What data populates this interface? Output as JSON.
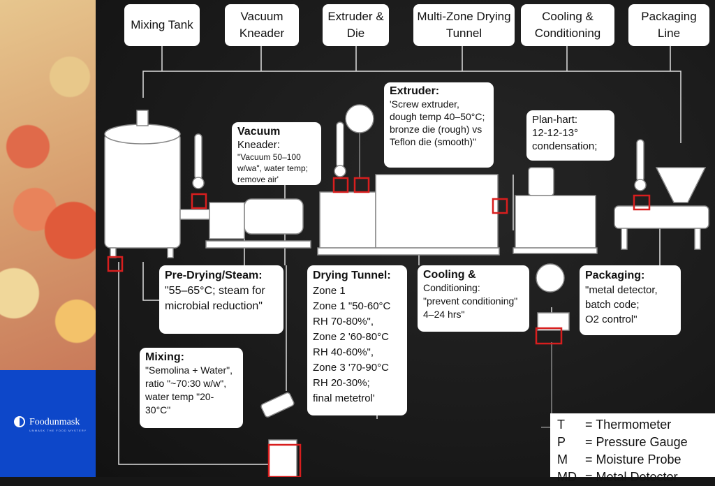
{
  "brand": {
    "name": "Foodunmask",
    "tagline": "UNMASK THE FOOD MYSTERY",
    "color": "#0d47c9"
  },
  "stages": [
    {
      "label": "Mixing Tank"
    },
    {
      "label": "Vacuum Kneader"
    },
    {
      "label": "Extruder & Die"
    },
    {
      "label": "Multi-Zone Drying Tunnel"
    },
    {
      "label": "Cooling & Conditioning"
    },
    {
      "label": "Packaging Line"
    }
  ],
  "callouts": {
    "vacuum": {
      "title": "Vacuum",
      "sub": "Kneader:",
      "text": "\"Vacuum 50–100 w/wa\", water temp; remove air'"
    },
    "extruder": {
      "title": "Extruder:",
      "text": "'Screw extruder, dough temp 40–50°C; bronze die (rough) vs Teflon die (smooth)\""
    },
    "planhart": {
      "title": "Plan-hart:",
      "text": "12-12-13°\ncondensation;"
    },
    "predrying": {
      "title": "Pre-Drying/Steam:",
      "text": "\"55–65°C; steam for microbial reduction\""
    },
    "drying": {
      "title": "Drying Tunnel:",
      "text": "Zone 1\nZone 1 \"50-60°C RH 70-80%\",\nZone 2 '60-80°C RH 40-60%\",\nZone 3 '70-90°C RH 20-30%;\nfinal metetrol'"
    },
    "cooling": {
      "title": "Cooling &",
      "text": "Conditioning:\n\"prevent conditioning\"\n4–24 hrs\""
    },
    "packaging": {
      "title": "Packaging:",
      "text": "\"metal detector, batch code;\nO2 control\""
    },
    "mixing": {
      "title": "Mixing:",
      "text": "\"Semolina + Water\", ratio \"~70:30 w/w\", water temp \"20-30°C\""
    }
  },
  "legend": [
    {
      "key": "T",
      "value": "= Thermometer"
    },
    {
      "key": "P",
      "value": "= Pressure Gauge"
    },
    {
      "key": "M",
      "value": "= Moisture Probe"
    },
    {
      "key": "MD",
      "value": "= Metal Detector"
    }
  ],
  "colors": {
    "sensor": "#d81e1e",
    "background": "#161616",
    "box": "#ffffff"
  }
}
